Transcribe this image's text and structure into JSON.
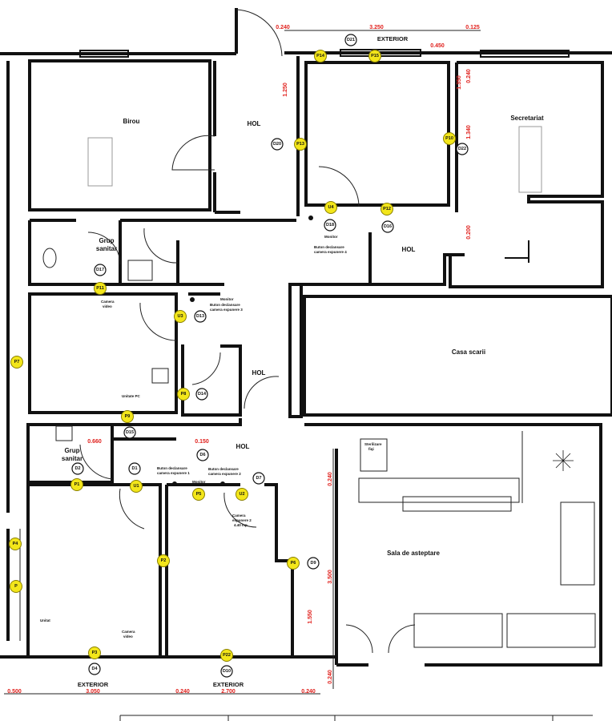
{
  "rooms": {
    "birou": "Birou",
    "hol_top": "HOL",
    "secretariat": "Secretariat",
    "grup_sanitar_1": [
      "Grup",
      "sanitar"
    ],
    "hol_mid": "HOL",
    "casa_scarii": "Casa scarii",
    "hol_center": "HOL",
    "hol_lower": "HOL",
    "grup_sanitar_2": [
      "Grup",
      "sanitar"
    ],
    "sala_asteptare": "Sala de asteptare",
    "exterior_top": "EXTERIOR",
    "exterior_bottom_1": "EXTERIOR",
    "exterior_bottom_2": "EXTERIOR"
  },
  "annotations": {
    "monitor_1": "Monitor",
    "buton_4": [
      "Buton declansare",
      "camera expunere 4"
    ],
    "camera_video_1": [
      "Camera",
      "video"
    ],
    "monitor_2": "Monitor",
    "buton_3": [
      "Buton declansare",
      "camera expunere 3"
    ],
    "unitate_pc": "Unitate PC",
    "buton_1": [
      "Buton declansare",
      "camera expunere 1"
    ],
    "buton_2": [
      "Buton declansare",
      "camera expunere 2"
    ],
    "monitor_3": "Monitor",
    "camera_2": [
      "Camera",
      "expunere 2",
      "4.40 mp"
    ],
    "unitate": "Unitat",
    "camera_video_2": [
      "Camera",
      "video"
    ],
    "sterilizare": [
      "Sterilizare",
      "fiqi"
    ]
  },
  "yellow_markers": [
    "P14",
    "P15",
    "P13",
    "P10",
    "P12",
    "U4",
    "P11",
    "U3",
    "P7",
    "P8",
    "P9",
    "P1",
    "U1",
    "P5",
    "U2",
    "P4",
    "P",
    "P2",
    "P6",
    "P3",
    "P22"
  ],
  "circle_markers": [
    "D21",
    "D20",
    "D22",
    "D18",
    "D16",
    "D17",
    "D13",
    "D14",
    "D15",
    "D2",
    "D1",
    "D6",
    "D7",
    "D9",
    "D4",
    "D10"
  ],
  "dimensions": {
    "top_left": "0.240",
    "top_mid": "3.250",
    "top_right": "0.125",
    "top_gap": "0.450",
    "v_left": "1.250",
    "v_right_a": "1.350",
    "v_right_b": "0.240",
    "v_right_c": "1.340",
    "v_right_d": "0.200",
    "mid_a": "0.660",
    "mid_b": "0.150",
    "v_sala_a": "0.240",
    "v_sala_b": "3.500",
    "v_sala_c": "1.550",
    "v_sala_d": "0.240",
    "bot_a": "0.500",
    "bot_b": "3.050",
    "bot_c": "0.240",
    "bot_d": "2.700",
    "bot_e": "0.240"
  },
  "colors": {
    "marker": "#f3e61a",
    "dimension": "#e0201c",
    "wall": "#111111"
  }
}
